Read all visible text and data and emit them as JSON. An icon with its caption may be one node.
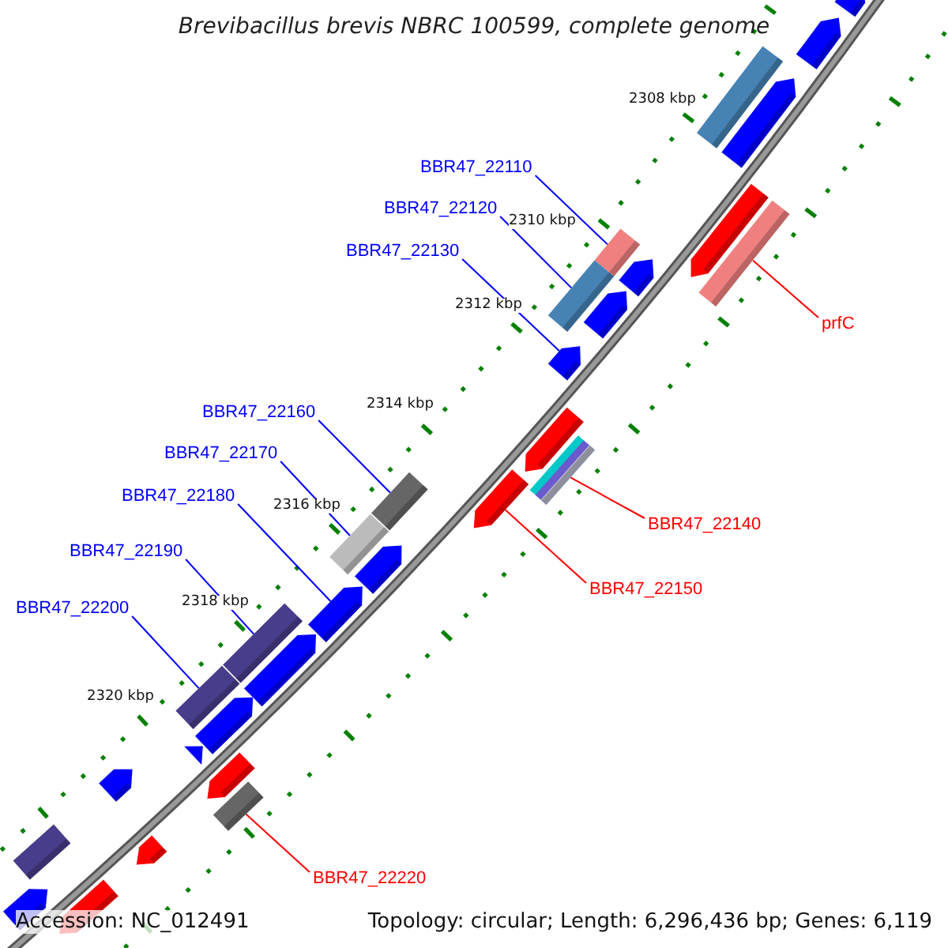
{
  "diagram": {
    "title": "Brevibacillus brevis NBRC 100599, complete genome",
    "nodes": [
      {
        "text": [
          "BBR47_22110"
        ]
      },
      {
        "text": [
          "BBR47_22120"
        ]
      },
      {
        "text": [
          "BBR47_22130"
        ]
      },
      {
        "text": [
          "prfC"
        ]
      },
      {
        "text": [
          "BBR47_22160"
        ]
      },
      {
        "text": [
          "BBR47_22170"
        ]
      },
      {
        "text": [
          "BBR47_22180"
        ]
      },
      {
        "text": [
          "BBR47_22140"
        ]
      },
      {
        "text": [
          "BBR47_22190"
        ]
      },
      {
        "text": [
          "BBR47_22150"
        ]
      },
      {
        "text": [
          "BBR47_22200"
        ]
      },
      {
        "text": [
          "BBR47_22220"
        ]
      },
      {
        "text": [],
        "shape": "bar"
      },
      {
        "text": [],
        "shape": "bar"
      },
      {
        "text": [],
        "shape": "arrow"
      },
      {
        "text": [],
        "shape": "bar"
      },
      {
        "text": [],
        "shape": "bar"
      },
      {
        "text": [],
        "shape": "bar"
      },
      {
        "text": [],
        "shape": "arrow"
      },
      {
        "text": [],
        "shape": "bar"
      },
      {
        "text": [],
        "shape": "bar"
      },
      {
        "text": [],
        "shape": "arrow"
      },
      {
        "text": [],
        "shape": "bar"
      },
      {
        "text": [],
        "shape": "bar"
      },
      {
        "text": [],
        "shape": "arrow"
      },
      {
        "text": [],
        "shape": "arrow"
      },
      {
        "text": [],
        "shape": "arrow"
      },
      {
        "text": [],
        "shape": "arrow"
      },
      {
        "text": [],
        "shape": "arrow"
      },
      {
        "text": [],
        "shape": "arrow"
      },
      {
        "text": [],
        "shape": "arrow"
      },
      {
        "text": [],
        "shape": "arrow"
      },
      {
        "text": [],
        "shape": "arrow"
      },
      {
        "text": [],
        "shape": "bar"
      },
      {
        "text": [],
        "shape": "arrow"
      },
      {
        "text": [],
        "shape": "bar"
      },
      {
        "text": [],
        "shape": "arrow"
      },
      {
        "text": [],
        "shape": "arrow"
      },
      {
        "text": [],
        "shape": "arrow"
      },
      {
        "text": [],
        "shape": "arrow"
      },
      {
        "text": [],
        "shape": "arrow"
      },
      {
        "text": [],
        "shape": "arrow"
      }
    ],
    "edges": [
      {
        "from": 0,
        "to": 12,
        "arrow": "none"
      },
      {
        "from": 1,
        "to": 13,
        "arrow": "none"
      },
      {
        "from": 2,
        "to": 14,
        "arrow": "none"
      },
      {
        "from": 3,
        "to": 15,
        "arrow": "none",
        "color": "#ff0000"
      },
      {
        "from": 4,
        "to": 16,
        "arrow": "none"
      },
      {
        "from": 5,
        "to": 17,
        "arrow": "none"
      },
      {
        "from": 6,
        "to": 18,
        "arrow": "none"
      },
      {
        "from": 7,
        "to": 19,
        "arrow": "none",
        "color": "#ff0000"
      },
      {
        "from": 8,
        "to": 20,
        "arrow": "none"
      },
      {
        "from": 9,
        "to": 21,
        "arrow": "none",
        "color": "#ff0000"
      },
      {
        "from": 10,
        "to": 22,
        "arrow": "none"
      },
      {
        "from": 11,
        "to": 23,
        "arrow": "none",
        "color": "#ff0000"
      }
    ],
    "labels": [
      "2308 kbp",
      "2310 kbp",
      "2312 kbp",
      "2314 kbp",
      "2316 kbp",
      "2318 kbp",
      "2320 kbp",
      "Accession: NC_012491",
      "Topology: circular; Length: 6,296,436 bp; Genes: 6,119"
    ]
  }
}
